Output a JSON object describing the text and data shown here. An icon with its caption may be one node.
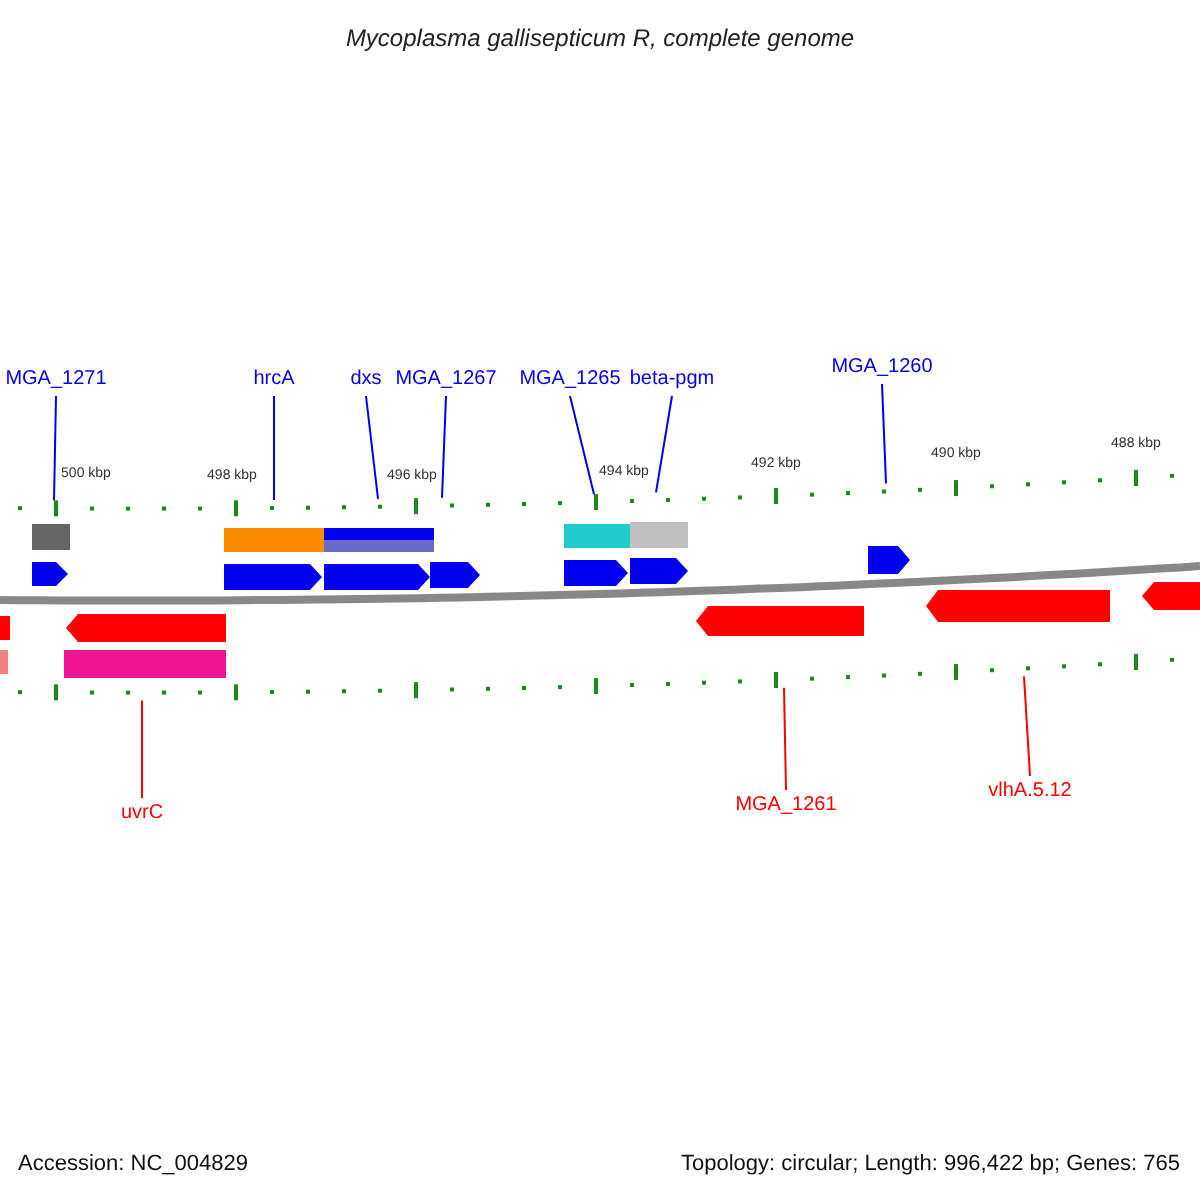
{
  "diagram": {
    "title": "Mycoplasma gallisepticum R, complete genome",
    "nodes": [
      {
        "text": [
          "MGA_1271"
        ]
      },
      {
        "text": [
          "hrcA"
        ]
      },
      {
        "text": [
          "dxs"
        ]
      },
      {
        "text": [
          "MGA_1267"
        ]
      },
      {
        "text": [
          "MGA_1265"
        ]
      },
      {
        "text": [
          "beta-pgm"
        ]
      },
      {
        "text": [
          "MGA_1260"
        ]
      },
      {
        "text": [
          "uvrC"
        ]
      },
      {
        "text": [
          "MGA_1261"
        ]
      },
      {
        "text": [
          "vlhA.5.12"
        ]
      },
      {
        "text": [],
        "shape": "ruler"
      },
      {
        "text": [],
        "shape": "ruler"
      }
    ],
    "edges": [
      {
        "from": 0,
        "to": 10,
        "arrow": "none"
      },
      {
        "from": 1,
        "to": 10,
        "arrow": "none"
      },
      {
        "from": 2,
        "to": 10,
        "arrow": "none"
      },
      {
        "from": 3,
        "to": 10,
        "arrow": "none"
      },
      {
        "from": 4,
        "to": 10,
        "arrow": "none"
      },
      {
        "from": 5,
        "to": 10,
        "arrow": "none"
      },
      {
        "from": 6,
        "to": 10,
        "arrow": "none"
      },
      {
        "from": 7,
        "to": 11,
        "arrow": "none",
        "color": "#ff0000"
      },
      {
        "from": 8,
        "to": 11,
        "arrow": "none",
        "color": "#ff0000"
      },
      {
        "from": 9,
        "to": 11,
        "arrow": "none",
        "color": "#ff0000"
      }
    ],
    "labels": [
      "500 kbp",
      "498 kbp",
      "496 kbp",
      "494 kbp",
      "492 kbp",
      "490 kbp",
      "488 kbp",
      "Accession: NC_004829",
      "Topology: circular; Length: 996,422 bp; Genes: 765"
    ]
  }
}
